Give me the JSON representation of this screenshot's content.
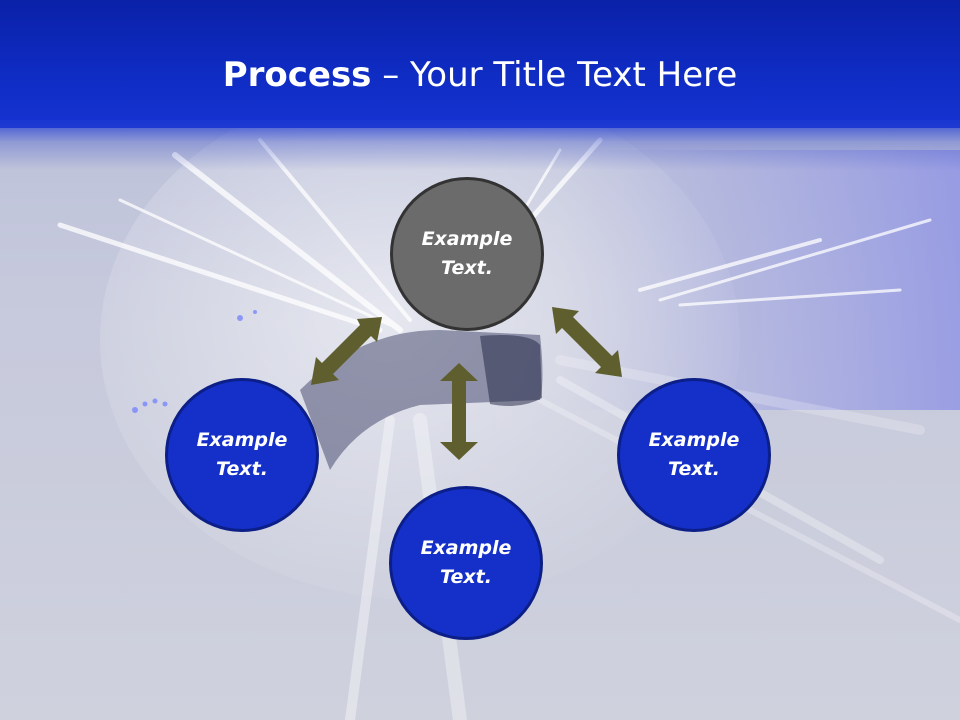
{
  "slide": {
    "title_bold": "Process",
    "title_rest": " – Your Title Text Here"
  },
  "diagram": {
    "center": {
      "line1": "Example",
      "line2": "Text."
    },
    "left": {
      "line1": "Example",
      "line2": "Text."
    },
    "bottom": {
      "line1": "Example",
      "line2": "Text."
    },
    "right": {
      "line1": "Example",
      "line2": "Text."
    }
  },
  "colors": {
    "header": "#0f2cc4",
    "center_node": "#6b6b6b",
    "outer_node": "#1530c8",
    "arrow": "#5f5e2e"
  }
}
